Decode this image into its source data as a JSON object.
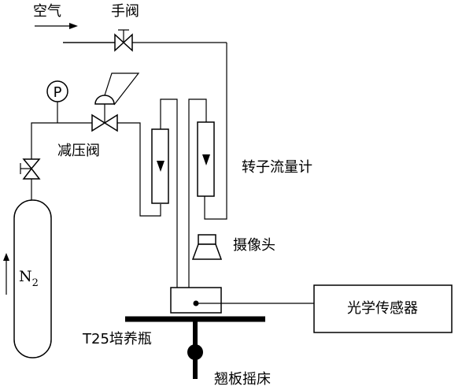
{
  "labels": {
    "air": "空气",
    "hand_valve": "手阀",
    "pressure_gauge": "P",
    "pressure_reducing_valve": "减压阀",
    "rotameter": "转子流量计",
    "camera": "摄像头",
    "nitrogen_base": "N",
    "nitrogen_sub": "2",
    "optical_sensor": "光学传感器",
    "flask": "T25培养瓶",
    "shaker": "翘板摇床"
  }
}
